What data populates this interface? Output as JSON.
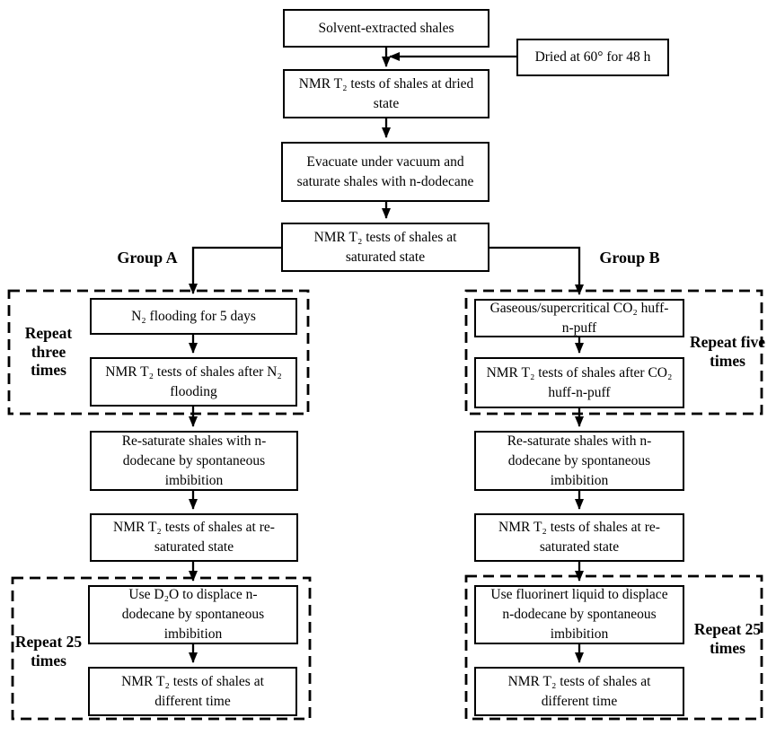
{
  "figure": {
    "background_color": "#ffffff",
    "line_color": "#000000"
  },
  "flowchart": {
    "main": {
      "solvent_extracted": "Solvent-extracted shales",
      "dried_note": "Dried at 60° for 48 h",
      "nmr_dried": "NMR T₂ tests of shales at dried state",
      "evacuate_saturate": "Evacuate under vacuum and saturate shales with n-dodecane",
      "nmr_saturated": "NMR T₂ tests of shales at saturated state"
    },
    "group_a": {
      "label": "Group A",
      "repeat_flooding": "Repeat three times",
      "n2_flooding": "N₂ flooding for 5 days",
      "nmr_after_flooding": "NMR T₂ tests of shales after N₂ flooding",
      "resaturate": "Re-saturate shales with n-dodecane by spontaneous imbibition",
      "nmr_resaturated": "NMR T₂ tests of shales at re-saturated state",
      "repeat_displacement": "Repeat 25 times",
      "displace": "Use D₂O to displace n-dodecane by spontaneous imbibition",
      "nmr_different_time": "NMR T₂ tests of shales at different time"
    },
    "group_b": {
      "label": "Group B",
      "repeat_huff": "Repeat five times",
      "co2_huff_n_puff": "Gaseous/supercritical CO₂ huff-n-puff",
      "nmr_after_huff": "NMR T₂ tests of shales after CO₂ huff-n-puff",
      "resaturate": "Re-saturate shales with n-dodecane by spontaneous imbibition",
      "nmr_resaturated": "NMR T₂ tests of shales at re-saturated state",
      "repeat_displacement": "Repeat 25 times",
      "displace": "Use fluorinert liquid to displace n-dodecane by spontaneous imbibition",
      "nmr_different_time": "NMR T₂ tests of shales at different time"
    }
  }
}
